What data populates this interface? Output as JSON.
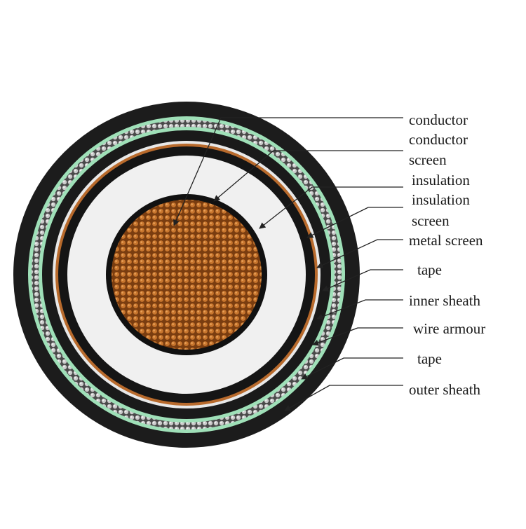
{
  "labels": {
    "conductor": "conductor",
    "conductor_screen_l1": "conductor",
    "conductor_screen_l2": "screen",
    "insulation": "insulation",
    "insulation_screen_l1": "insulation",
    "insulation_screen_l2": "screen",
    "metal_screen": "metal screen",
    "tape_inner": "tape",
    "inner_sheath": "inner sheath",
    "wire_armour": "wire armour",
    "tape_outer": "tape",
    "outer_sheath": "outer sheath"
  },
  "colors": {
    "background": "#ffffff",
    "outer_sheath": "#1c1c1c",
    "wire_armour": "#b8b8b8",
    "tape": "#9fe0b8",
    "inner_sheath": "#1a1a1a",
    "metal_screen": "#b86a2c",
    "insulation_screen": "#151515",
    "insulation": "#f0f0f0",
    "conductor_screen": "#111111",
    "conductor": "#a85a1c",
    "leader_line": "#222222",
    "label_text": "#1a1a1a"
  }
}
